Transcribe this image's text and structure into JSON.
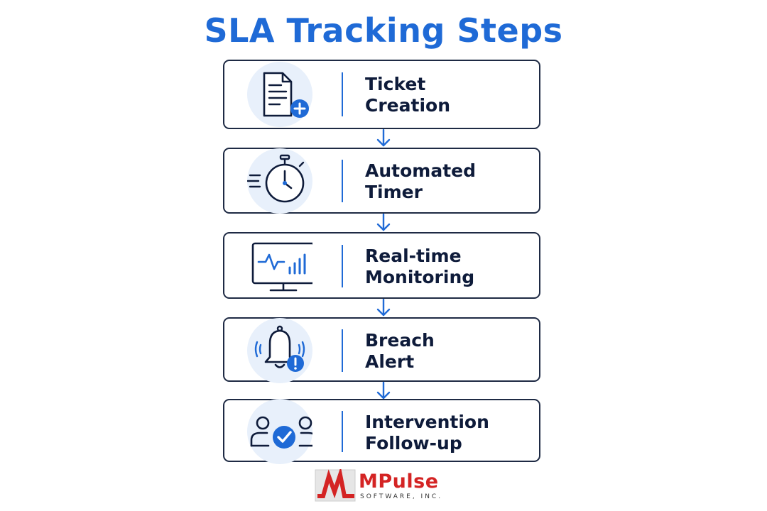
{
  "title": "SLA Tracking Steps",
  "steps": [
    {
      "line1": "Ticket",
      "line2": "Creation",
      "icon": "document-plus-icon"
    },
    {
      "line1": "Automated",
      "line2": "Timer",
      "icon": "stopwatch-icon"
    },
    {
      "line1": "Real-time",
      "line2": "Monitoring",
      "icon": "monitor-chart-icon"
    },
    {
      "line1": "Breach",
      "line2": "Alert",
      "icon": "bell-alert-icon"
    },
    {
      "line1": "Intervention",
      "line2": "Follow-up",
      "icon": "users-check-icon"
    }
  ],
  "logo": {
    "name": "MPulse",
    "subtitle": "SOFTWARE, INC."
  },
  "colors": {
    "accent": "#1f6ad6",
    "text": "#0e1b3a",
    "border": "#1e2a44",
    "icon_bg": "#e8f0fb",
    "logo_red": "#d42424"
  }
}
